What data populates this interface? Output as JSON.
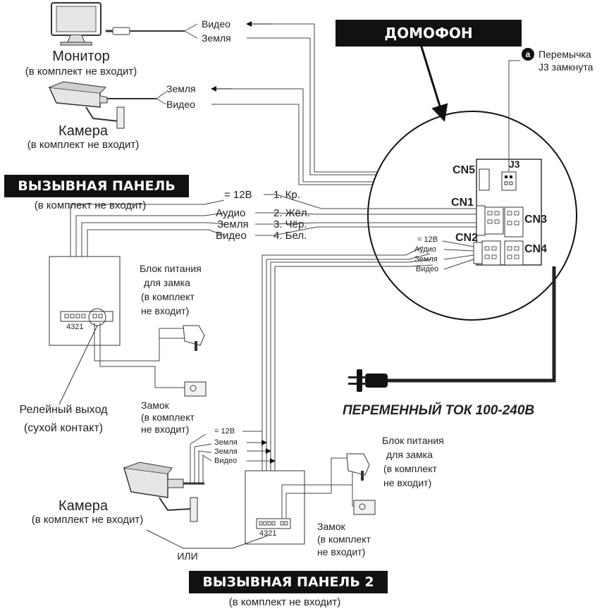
{
  "banners": {
    "intercom": "ДОМОФОН",
    "panel1": "ВЫЗЫВНАЯ ПАНЕЛЬ",
    "panel2": "ВЫЗЫВНАЯ ПАНЕЛЬ 2"
  },
  "not_included": "(в комплект не входит)",
  "monitor": {
    "label": "Монитор",
    "note": "(в комплект не входит)",
    "wire_video": "Видео",
    "wire_ground": "Земля"
  },
  "camera1": {
    "label": "Камера",
    "note": "(в комплект не входит)",
    "wire_ground": "Земля",
    "wire_video": "Видео"
  },
  "jumper": {
    "marker": "a",
    "line1": "Перемычка",
    "line2": "J3 замкнута"
  },
  "connectors": {
    "cn5": "CN5",
    "j3": "J3",
    "cn1": "CN1",
    "cn3": "CN3",
    "cn2": "CN2",
    "cn4": "CN4"
  },
  "cn2_wires": [
    "= 12В",
    "Аудио",
    "Земля",
    "Видео"
  ],
  "panel1": {
    "wires": [
      "= 12В",
      "Аудио",
      "Земля",
      "Видео"
    ],
    "numbered": [
      "1. Кр.",
      "2. Жёл.",
      "3. Чёр.",
      "4. Бел."
    ],
    "terminal": "4321",
    "psu": [
      "Блок питания",
      "для замка",
      "(в комплект",
      "не входит)"
    ],
    "lock": [
      "Замок",
      "(в комплект",
      "не входит)"
    ],
    "relay": [
      "Релейный выход",
      "(сухой контакт)"
    ]
  },
  "ac_label": "ПЕРЕМЕННЫЙ ТОК 100-240В",
  "panel2": {
    "wires": [
      "= 12В",
      "Земля",
      "Земля",
      "Видео"
    ],
    "terminal": "4321",
    "psu": [
      "Блок питания",
      "для замка",
      "(в комплект",
      "не входит)"
    ],
    "lock": [
      "Замок",
      "(в комплект",
      "не входит)"
    ],
    "or": "ИЛИ"
  },
  "camera2": {
    "label": "Камера",
    "note": "(в комплект не входит)"
  }
}
